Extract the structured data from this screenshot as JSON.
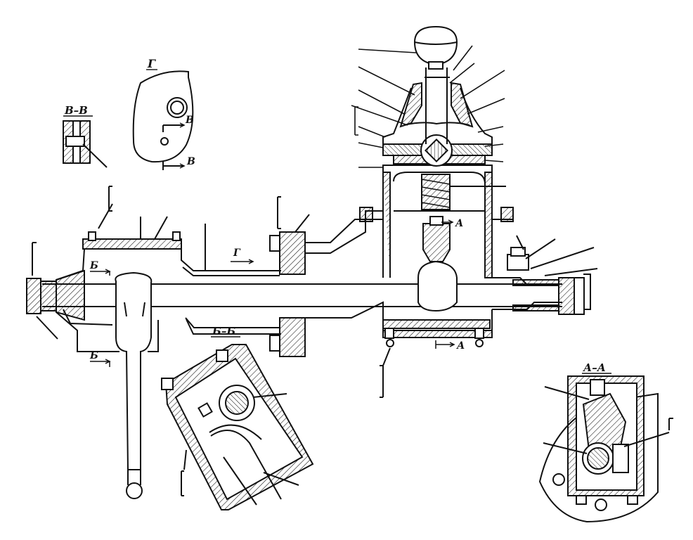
{
  "diagram": {
    "section_labels": {
      "v_v": "В–В",
      "g": "Г",
      "b_b": "Б–Б",
      "a_a": "А–А"
    },
    "cut_markers": {
      "v": "В",
      "g": "Г",
      "b": "Б",
      "a": "А"
    }
  }
}
